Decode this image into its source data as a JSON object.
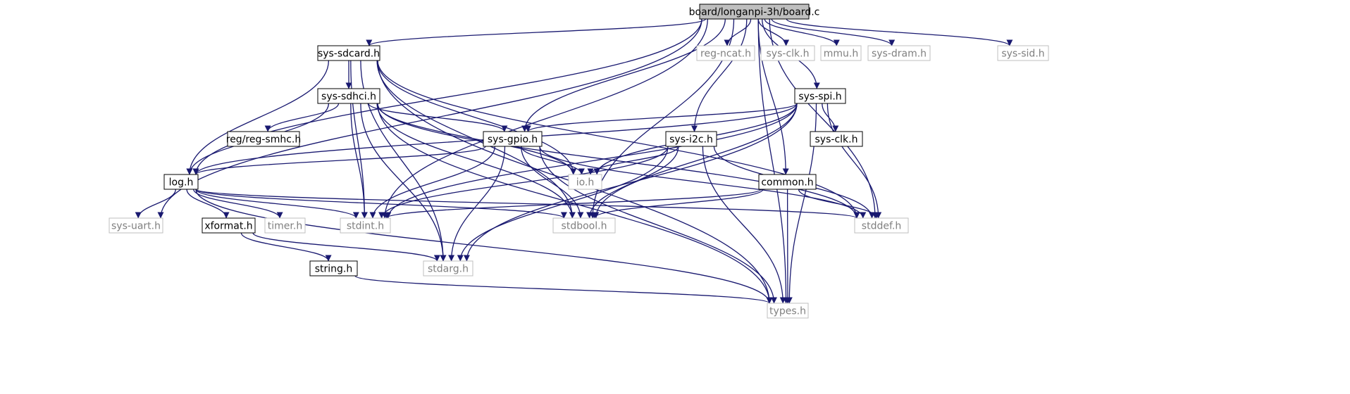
{
  "graph": {
    "colors": {
      "edge": "#191970",
      "root_fill": "#bfbfbf",
      "documented_border": "#000000",
      "undocumented_border": "#bfbfbf",
      "documented_text": "#000000",
      "undocumented_text": "#7f7f7f"
    },
    "nodes": [
      {
        "id": "board-c",
        "label": "board/longanpi-3h/board.c",
        "kind": "root"
      },
      {
        "id": "sys-sdcard-h",
        "label": "sys-sdcard.h",
        "kind": "documented"
      },
      {
        "id": "reg-ncat-h",
        "label": "reg-ncat.h",
        "kind": "undocumented"
      },
      {
        "id": "sys-clk-h-a",
        "label": "sys-clk.h",
        "kind": "undocumented"
      },
      {
        "id": "mmu-h",
        "label": "mmu.h",
        "kind": "undocumented"
      },
      {
        "id": "sys-dram-h",
        "label": "sys-dram.h",
        "kind": "undocumented"
      },
      {
        "id": "sys-sid-h",
        "label": "sys-sid.h",
        "kind": "undocumented"
      },
      {
        "id": "sys-sdhci-h",
        "label": "sys-sdhci.h",
        "kind": "documented"
      },
      {
        "id": "sys-spi-h",
        "label": "sys-spi.h",
        "kind": "documented"
      },
      {
        "id": "reg-smhc-h",
        "label": "reg/reg-smhc.h",
        "kind": "documented"
      },
      {
        "id": "sys-gpio-h",
        "label": "sys-gpio.h",
        "kind": "documented"
      },
      {
        "id": "sys-i2c-h",
        "label": "sys-i2c.h",
        "kind": "documented"
      },
      {
        "id": "sys-clk-h-b",
        "label": "sys-clk.h",
        "kind": "documented"
      },
      {
        "id": "io-h",
        "label": "io.h",
        "kind": "undocumented"
      },
      {
        "id": "log-h",
        "label": "log.h",
        "kind": "documented"
      },
      {
        "id": "common-h",
        "label": "common.h",
        "kind": "documented"
      },
      {
        "id": "sys-uart-h",
        "label": "sys-uart.h",
        "kind": "undocumented"
      },
      {
        "id": "xformat-h",
        "label": "xformat.h",
        "kind": "documented"
      },
      {
        "id": "timer-h",
        "label": "timer.h",
        "kind": "undocumented"
      },
      {
        "id": "stdint-h",
        "label": "stdint.h",
        "kind": "undocumented"
      },
      {
        "id": "stdbool-h",
        "label": "stdbool.h",
        "kind": "undocumented"
      },
      {
        "id": "stddef-h",
        "label": "stddef.h",
        "kind": "undocumented"
      },
      {
        "id": "string-h",
        "label": "string.h",
        "kind": "documented"
      },
      {
        "id": "stdarg-h",
        "label": "stdarg.h",
        "kind": "undocumented"
      },
      {
        "id": "types-h",
        "label": "types.h",
        "kind": "undocumented"
      }
    ],
    "edges": [
      {
        "from": "board-c",
        "to": "sys-sdcard-h"
      },
      {
        "from": "board-c",
        "to": "reg-ncat-h"
      },
      {
        "from": "board-c",
        "to": "sys-clk-h-a"
      },
      {
        "from": "board-c",
        "to": "mmu-h"
      },
      {
        "from": "board-c",
        "to": "sys-dram-h"
      },
      {
        "from": "board-c",
        "to": "sys-sid-h"
      },
      {
        "from": "board-c",
        "to": "sys-spi-h"
      },
      {
        "from": "board-c",
        "to": "sys-i2c-h"
      },
      {
        "from": "board-c",
        "to": "sys-gpio-h"
      },
      {
        "from": "board-c",
        "to": "common-h"
      },
      {
        "from": "board-c",
        "to": "log-h"
      },
      {
        "from": "board-c",
        "to": "sys-uart-h"
      },
      {
        "from": "board-c",
        "to": "stdint-h"
      },
      {
        "from": "board-c",
        "to": "stdbool-h"
      },
      {
        "from": "board-c",
        "to": "stddef-h"
      },
      {
        "from": "board-c",
        "to": "types-h"
      },
      {
        "from": "sys-sdcard-h",
        "to": "sys-sdhci-h"
      },
      {
        "from": "sys-sdcard-h",
        "to": "log-h"
      },
      {
        "from": "sys-sdcard-h",
        "to": "io-h"
      },
      {
        "from": "sys-sdcard-h",
        "to": "stdint-h"
      },
      {
        "from": "sys-sdcard-h",
        "to": "stdbool-h"
      },
      {
        "from": "sys-sdcard-h",
        "to": "stddef-h"
      },
      {
        "from": "sys-sdcard-h",
        "to": "stdarg-h"
      },
      {
        "from": "sys-sdcard-h",
        "to": "types-h"
      },
      {
        "from": "sys-sdhci-h",
        "to": "reg-smhc-h"
      },
      {
        "from": "sys-sdhci-h",
        "to": "sys-gpio-h"
      },
      {
        "from": "sys-sdhci-h",
        "to": "log-h"
      },
      {
        "from": "sys-sdhci-h",
        "to": "io-h"
      },
      {
        "from": "sys-sdhci-h",
        "to": "stdint-h"
      },
      {
        "from": "sys-sdhci-h",
        "to": "stdbool-h"
      },
      {
        "from": "sys-sdhci-h",
        "to": "stddef-h"
      },
      {
        "from": "sys-sdhci-h",
        "to": "stdarg-h"
      },
      {
        "from": "sys-sdhci-h",
        "to": "types-h"
      },
      {
        "from": "sys-spi-h",
        "to": "sys-clk-h-b"
      },
      {
        "from": "sys-spi-h",
        "to": "sys-gpio-h"
      },
      {
        "from": "sys-spi-h",
        "to": "log-h"
      },
      {
        "from": "sys-spi-h",
        "to": "io-h"
      },
      {
        "from": "sys-spi-h",
        "to": "stdint-h"
      },
      {
        "from": "sys-spi-h",
        "to": "stdbool-h"
      },
      {
        "from": "sys-spi-h",
        "to": "stddef-h"
      },
      {
        "from": "sys-spi-h",
        "to": "stdarg-h"
      },
      {
        "from": "sys-spi-h",
        "to": "types-h"
      },
      {
        "from": "sys-gpio-h",
        "to": "log-h"
      },
      {
        "from": "sys-gpio-h",
        "to": "io-h"
      },
      {
        "from": "sys-gpio-h",
        "to": "stdint-h"
      },
      {
        "from": "sys-gpio-h",
        "to": "stdbool-h"
      },
      {
        "from": "sys-gpio-h",
        "to": "stddef-h"
      },
      {
        "from": "sys-gpio-h",
        "to": "stdarg-h"
      },
      {
        "from": "sys-gpio-h",
        "to": "types-h"
      },
      {
        "from": "sys-i2c-h",
        "to": "io-h"
      },
      {
        "from": "sys-i2c-h",
        "to": "stdint-h"
      },
      {
        "from": "sys-i2c-h",
        "to": "stdbool-h"
      },
      {
        "from": "sys-i2c-h",
        "to": "stddef-h"
      },
      {
        "from": "sys-i2c-h",
        "to": "stdarg-h"
      },
      {
        "from": "sys-i2c-h",
        "to": "types-h"
      },
      {
        "from": "log-h",
        "to": "sys-uart-h"
      },
      {
        "from": "log-h",
        "to": "xformat-h"
      },
      {
        "from": "log-h",
        "to": "timer-h"
      },
      {
        "from": "log-h",
        "to": "stdint-h"
      },
      {
        "from": "log-h",
        "to": "stdbool-h"
      },
      {
        "from": "log-h",
        "to": "stddef-h"
      },
      {
        "from": "log-h",
        "to": "types-h"
      },
      {
        "from": "common-h",
        "to": "stdint-h"
      },
      {
        "from": "common-h",
        "to": "stdbool-h"
      },
      {
        "from": "common-h",
        "to": "stddef-h"
      },
      {
        "from": "common-h",
        "to": "types-h"
      },
      {
        "from": "xformat-h",
        "to": "string-h"
      },
      {
        "from": "xformat-h",
        "to": "stdarg-h"
      },
      {
        "from": "string-h",
        "to": "types-h"
      }
    ]
  }
}
